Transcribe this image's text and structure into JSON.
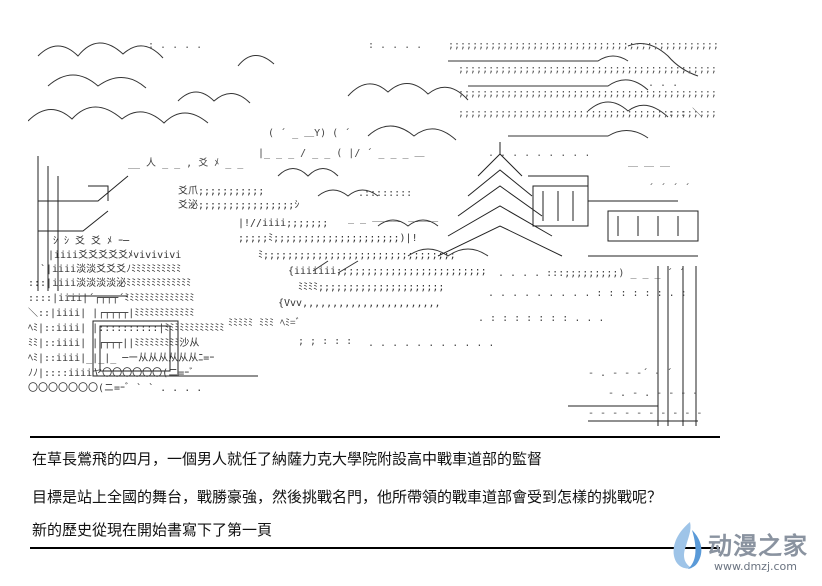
{
  "caption": {
    "line1": "在草長鶯飛的四月，一個男人就任了納薩力克大學院附設高中戰車道部的監督",
    "line2": "目標是站上全國的舞台，戰勝豪強，然後挑戰名門，他所帶領的戰車道部會受到怎樣的挑戰呢？",
    "line3": "新的歷史從現在開始書寫下了第一頁"
  },
  "watermark": {
    "name": "动漫之家",
    "url": "www.dmzj.com"
  }
}
